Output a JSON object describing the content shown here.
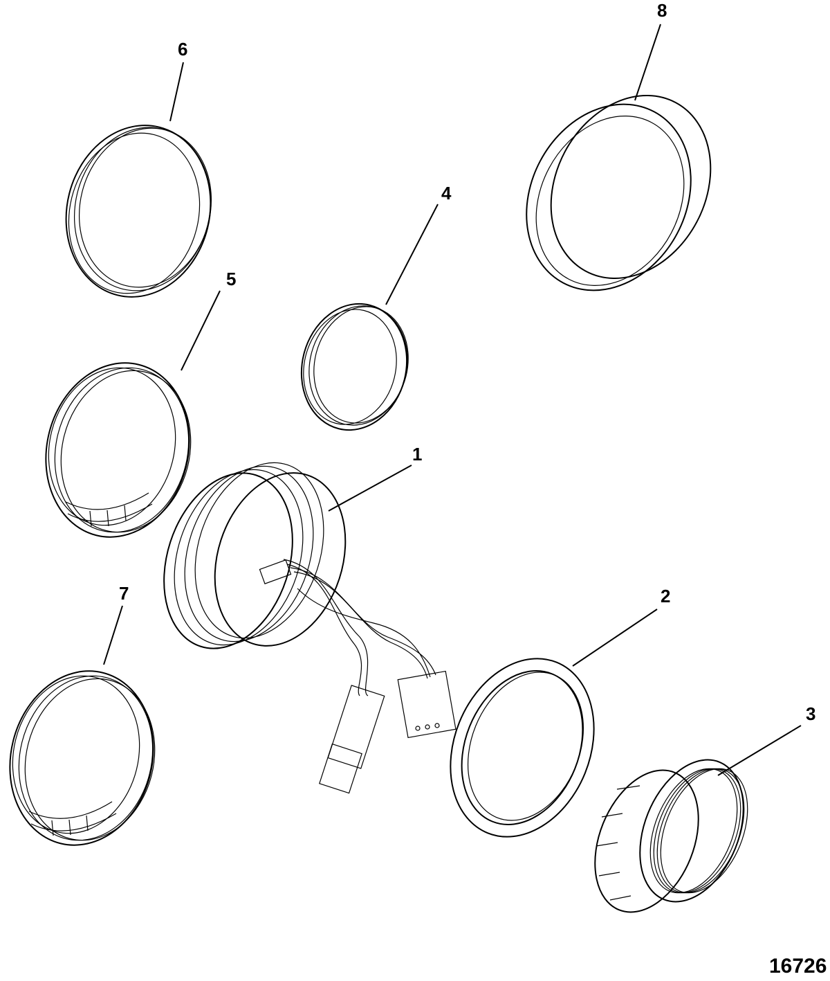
{
  "callouts": {
    "c1": "1",
    "c2": "2",
    "c3": "3",
    "c4": "4",
    "c5": "5",
    "c6": "6",
    "c7": "7",
    "c8": "8"
  },
  "figure_number": "16726"
}
